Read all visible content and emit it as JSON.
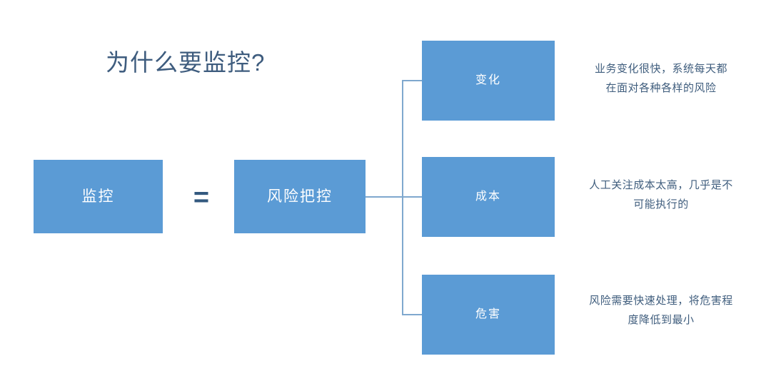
{
  "slide": {
    "title": "为什么要监控?",
    "background_color": "#FFFFFF",
    "accent_color": "#5B9BD5",
    "title_color": "#3E5C7E",
    "line_color": "#7FA8CE",
    "desc_color": "#3F5D7D"
  },
  "equation": {
    "operator": "=",
    "left_node": {
      "label": "监控"
    },
    "right_node": {
      "label": "风险把控"
    }
  },
  "branches": [
    {
      "label": "变化",
      "description_lines": [
        "业务变化很快，系统每天都",
        "在面对各种各样的风险"
      ],
      "description": "业务变化很快，系统每天都在面对各种各样的风险"
    },
    {
      "label": "成本",
      "description_lines": [
        "人工关注成本太高，几乎是不",
        "可能执行的"
      ],
      "description": "人工关注成本太高，几乎是不可能执行的"
    },
    {
      "label": "危害",
      "description_lines": [
        "风险需要快速处理，将危害程",
        "度降低到最小"
      ],
      "description": "风险需要快速处理，将危害程度降低到最小"
    }
  ]
}
